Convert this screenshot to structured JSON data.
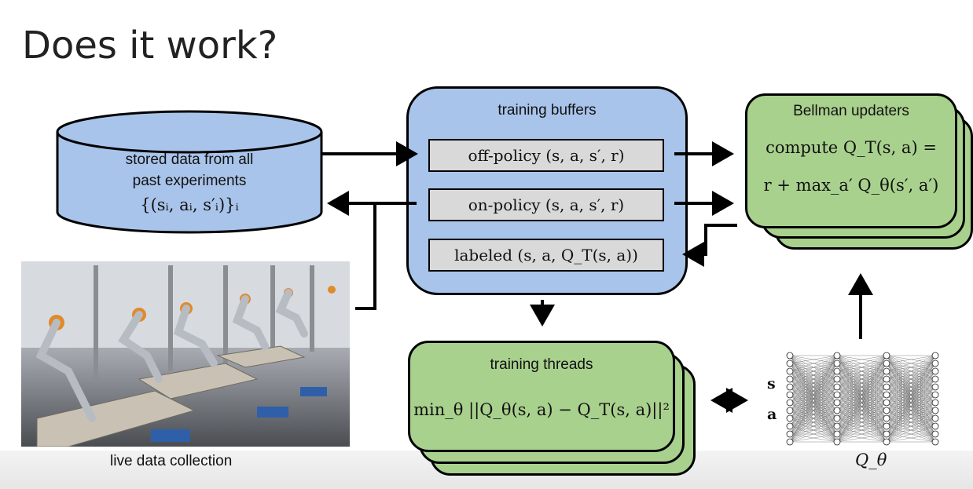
{
  "slide": {
    "title": "Does it work?"
  },
  "storage": {
    "line1": "stored data from all",
    "line2": "past experiments",
    "formula": "{(sᵢ, aᵢ, s′ᵢ)}ᵢ"
  },
  "photo": {
    "caption": "live data collection"
  },
  "buffers": {
    "title": "training buffers",
    "rows": [
      "off-policy (s, a, s′, r)",
      "on-policy (s, a, s′, r)",
      "labeled (s, a, Q_T(s, a))"
    ]
  },
  "bellman": {
    "title": "Bellman updaters",
    "line1": "compute Q_T(s, a) =",
    "line2": "r + max_a′ Q_θ(s′, a′)"
  },
  "training": {
    "title": "training threads",
    "formula": "min_θ ||Q_θ(s, a) − Q_T(s, a)||²"
  },
  "network": {
    "input_s": "s",
    "input_a": "a",
    "label": "Q_θ"
  },
  "colors": {
    "blue_fill": "#a9c4ea",
    "green_fill": "#a9d18e",
    "gray_fill": "#d9d9d9"
  }
}
